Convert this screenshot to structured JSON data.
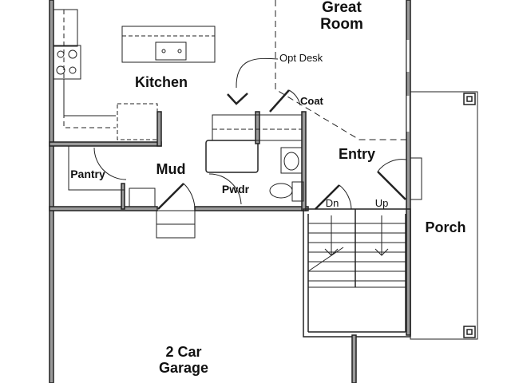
{
  "rooms": {
    "great_room": "Great Room",
    "kitchen": "Kitchen",
    "opt_desk": "Opt Desk",
    "coat": "Coat",
    "entry": "Entry",
    "mud": "Mud",
    "pantry": "Pantry",
    "pwdr": "Pwdr",
    "dn": "Dn",
    "up": "Up",
    "porch": "Porch",
    "garage_line1": "2 Car",
    "garage_line2": "Garage"
  },
  "colors": {
    "wall": "#222222",
    "wall_fill": "#9a9a9a",
    "line": "#333333"
  }
}
